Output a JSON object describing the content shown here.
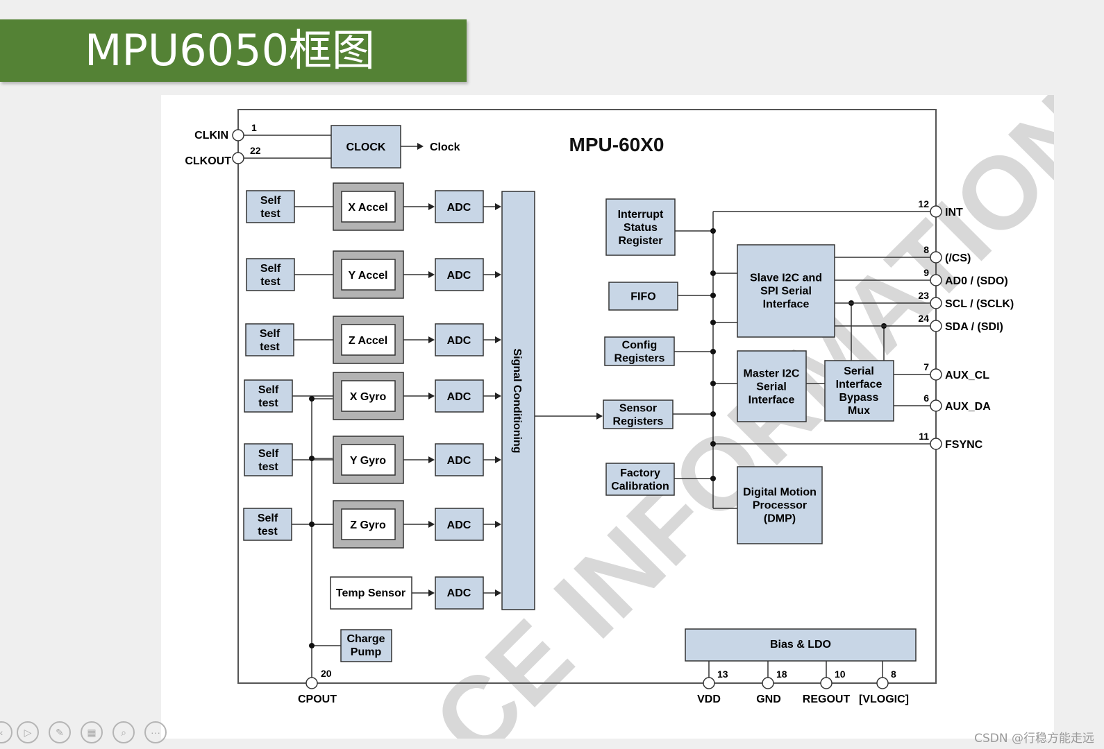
{
  "slide": {
    "title": "MPU6050框图",
    "credit": "CSDN @行稳方能走远"
  },
  "diagram": {
    "chip_name": "MPU-60X0",
    "watermark": "CE INFORMATION",
    "clock": {
      "pin_in_label": "CLKIN",
      "pin_in_num": "1",
      "pin_out_label": "CLKOUT",
      "pin_out_num": "22",
      "block": "CLOCK",
      "output": "Clock"
    },
    "self_test": "Self test",
    "sensors": [
      "X Accel",
      "Y Accel",
      "Z Accel",
      "X Gyro",
      "Y Gyro",
      "Z Gyro"
    ],
    "temp_sensor": "Temp Sensor",
    "adc": "ADC",
    "signal_conditioning": "Signal Conditioning",
    "charge_pump": "Charge Pump",
    "cpout": {
      "label": "CPOUT",
      "num": "20"
    },
    "registers": {
      "interrupt": "Interrupt Status Register",
      "fifo": "FIFO",
      "config": "Config Registers",
      "sensor": "Sensor Registers",
      "factory": "Factory Calibration"
    },
    "interfaces": {
      "slave": "Slave I2C and SPI Serial Interface",
      "master": "Master I2C Serial Interface",
      "bypass": "Serial Interface Bypass Mux",
      "dmp": "Digital Motion Processor (DMP)"
    },
    "right_pins": [
      {
        "num": "12",
        "label": "INT"
      },
      {
        "num": "8",
        "label": "(/CS)"
      },
      {
        "num": "9",
        "label": "AD0 / (SDO)"
      },
      {
        "num": "23",
        "label": "SCL / (SCLK)"
      },
      {
        "num": "24",
        "label": "SDA / (SDI)"
      },
      {
        "num": "7",
        "label": "AUX_CL"
      },
      {
        "num": "6",
        "label": "AUX_DA"
      },
      {
        "num": "11",
        "label": "FSYNC"
      }
    ],
    "bias": "Bias & LDO",
    "bottom_pins": [
      {
        "num": "13",
        "label": "VDD"
      },
      {
        "num": "18",
        "label": "GND"
      },
      {
        "num": "10",
        "label": "REGOUT"
      },
      {
        "num": "8",
        "label": "[VLOGIC]"
      }
    ]
  },
  "colors": {
    "title_bg": "#548235",
    "block_fill": "#c8d6e6",
    "block_stroke": "#3a3a3a",
    "sensor_frame": "#b3b3b3"
  },
  "controls": [
    "prev-icon",
    "play-icon",
    "pen-icon",
    "grid-icon",
    "zoom-icon",
    "more-icon"
  ]
}
